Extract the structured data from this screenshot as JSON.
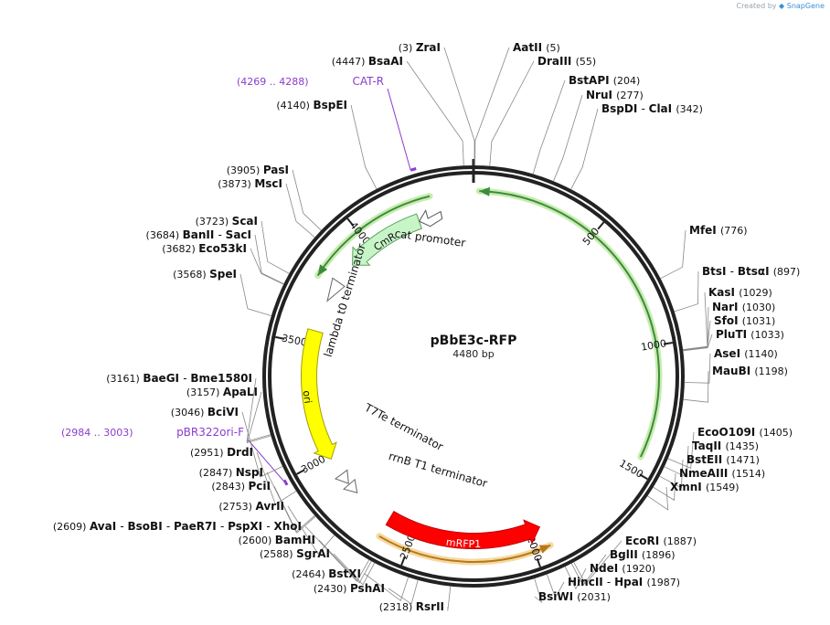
{
  "credit": {
    "prefix": "Created by",
    "brand": "SnapGene"
  },
  "plasmid": {
    "name": "pBbE3c-RFP",
    "length_label": "4480 bp",
    "length": 4480
  },
  "ticks": [
    "500",
    "1000",
    "1500",
    "2000",
    "2500",
    "3000",
    "3500",
    "4000"
  ],
  "features": [
    {
      "name": "CmR",
      "type": "arrow",
      "start": 3890,
      "end": 4240,
      "dir": -1,
      "fill": "#c8f5c8",
      "stroke": "#5aa05a"
    },
    {
      "name": "cat promoter",
      "type": "promoter",
      "start": 4240,
      "end": 4340,
      "dir": -1
    },
    {
      "name": "lambda t0 terminator",
      "type": "terminator",
      "start": 3700,
      "end": 3795,
      "dir": -1
    },
    {
      "name": "ori",
      "type": "arrow",
      "start": 2985,
      "end": 3560,
      "dir": -1,
      "fill": "#ffff00",
      "stroke": "#a0a000"
    },
    {
      "name": "T7Te terminator",
      "type": "terminator",
      "start": 2855,
      "end": 2905,
      "dir": -1
    },
    {
      "name": "rrnB T1 terminator",
      "type": "terminator",
      "start": 2800,
      "end": 2850,
      "dir": -1
    },
    {
      "name": "mRFP1",
      "type": "arrow",
      "start": 1945,
      "end": 2620,
      "dir": -1,
      "fill": "#ff0000",
      "stroke": "#c00000"
    }
  ],
  "orfs": [
    {
      "start": 22,
      "end": 1440,
      "dir": 1,
      "color": "#3c8c3c",
      "glow": "#c8ecb0"
    },
    {
      "start": 1935,
      "end": 2620,
      "dir": -1,
      "color": "#b87818",
      "glow": "#f5d9a0"
    },
    {
      "start": 3770,
      "end": 4310,
      "dir": -1,
      "color": "#3c8c3c",
      "glow": "#c8ecb0"
    }
  ],
  "primers": [
    {
      "label": "(4269 .. 4288)",
      "name": "CAT-R",
      "start": 4269,
      "end": 4288,
      "color": "#8a3ccf"
    },
    {
      "label": "(2984 .. 3003)",
      "name": "pBR322ori-F",
      "start": 2984,
      "end": 3003,
      "color": "#8a3ccf"
    }
  ],
  "enzymes": [
    {
      "parts": [
        "(4447)",
        "BsaAI"
      ],
      "pos": 4447
    },
    {
      "parts": [
        "(3)",
        "ZraI"
      ],
      "pos": 3
    },
    {
      "parts": [
        "AatII",
        "(5)"
      ],
      "pos": 5
    },
    {
      "parts": [
        "DraIII",
        "(55)"
      ],
      "pos": 55
    },
    {
      "parts": [
        "BstAPI",
        "(204)"
      ],
      "pos": 204
    },
    {
      "parts": [
        "NruI",
        "(277)"
      ],
      "pos": 277
    },
    {
      "parts": [
        "BspDI",
        "-",
        "ClaI",
        "(342)"
      ],
      "pos": 342
    },
    {
      "parts": [
        "(4140)",
        "BspEI"
      ],
      "pos": 4140
    },
    {
      "parts": [
        "(3905)",
        "PasI"
      ],
      "pos": 3905
    },
    {
      "parts": [
        "(3873)",
        "MscI"
      ],
      "pos": 3873
    },
    {
      "parts": [
        "(3723)",
        "ScaI"
      ],
      "pos": 3723
    },
    {
      "parts": [
        "(3684)",
        "BanII",
        "-",
        "SacI"
      ],
      "pos": 3684
    },
    {
      "parts": [
        "(3682)",
        "Eco53kI"
      ],
      "pos": 3682
    },
    {
      "parts": [
        "(3568)",
        "SpeI"
      ],
      "pos": 3568
    },
    {
      "parts": [
        "MfeI",
        "(776)"
      ],
      "pos": 776
    },
    {
      "parts": [
        "BtsI",
        "-",
        "BtsαI",
        "(897)"
      ],
      "pos": 897
    },
    {
      "parts": [
        "KasI",
        "(1029)"
      ],
      "pos": 1029
    },
    {
      "parts": [
        "NarI",
        "(1030)"
      ],
      "pos": 1030
    },
    {
      "parts": [
        "SfoI",
        "(1031)"
      ],
      "pos": 1031
    },
    {
      "parts": [
        "PluTI",
        "(1033)"
      ],
      "pos": 1033
    },
    {
      "parts": [
        "AseI",
        "(1140)"
      ],
      "pos": 1140
    },
    {
      "parts": [
        "MauBI",
        "(1198)"
      ],
      "pos": 1198
    },
    {
      "parts": [
        "(3161)",
        "BaeGI",
        "-",
        "Bme1580I"
      ],
      "pos": 3161
    },
    {
      "parts": [
        "(3157)",
        "ApaLI"
      ],
      "pos": 3157
    },
    {
      "parts": [
        "(3046)",
        "BciVI"
      ],
      "pos": 3046
    },
    {
      "parts": [
        "(2951)",
        "DrdI"
      ],
      "pos": 2951
    },
    {
      "parts": [
        "(2847)",
        "NspI"
      ],
      "pos": 2847
    },
    {
      "parts": [
        "(2843)",
        "PciI"
      ],
      "pos": 2843
    },
    {
      "parts": [
        "(2753)",
        "AvrII"
      ],
      "pos": 2753
    },
    {
      "parts": [
        "(2609)",
        "AvaI",
        "-",
        "BsoBI",
        "-",
        "PaeR7I",
        "-",
        "PspXI",
        "-",
        "XhoI"
      ],
      "pos": 2609
    },
    {
      "parts": [
        "(2600)",
        "BamHI"
      ],
      "pos": 2600
    },
    {
      "parts": [
        "(2588)",
        "SgrAI"
      ],
      "pos": 2588
    },
    {
      "parts": [
        "(2464)",
        "BstXI"
      ],
      "pos": 2464
    },
    {
      "parts": [
        "(2430)",
        "PshAI"
      ],
      "pos": 2430
    },
    {
      "parts": [
        "(2318)",
        "RsrII"
      ],
      "pos": 2318
    },
    {
      "parts": [
        "EcoO109I",
        "(1405)"
      ],
      "pos": 1405
    },
    {
      "parts": [
        "TaqII",
        "(1435)"
      ],
      "pos": 1435
    },
    {
      "parts": [
        "BstEII",
        "(1471)"
      ],
      "pos": 1471
    },
    {
      "parts": [
        "NmeAIII",
        "(1514)"
      ],
      "pos": 1514
    },
    {
      "parts": [
        "XmnI",
        "(1549)"
      ],
      "pos": 1549
    },
    {
      "parts": [
        "EcoRI",
        "(1887)"
      ],
      "pos": 1887
    },
    {
      "parts": [
        "BglII",
        "(1896)"
      ],
      "pos": 1896
    },
    {
      "parts": [
        "NdeI",
        "(1920)"
      ],
      "pos": 1920
    },
    {
      "parts": [
        "HincII",
        "-",
        "HpaI",
        "(1987)"
      ],
      "pos": 1987
    },
    {
      "parts": [
        "BsiWI",
        "(2031)"
      ],
      "pos": 2031
    }
  ]
}
